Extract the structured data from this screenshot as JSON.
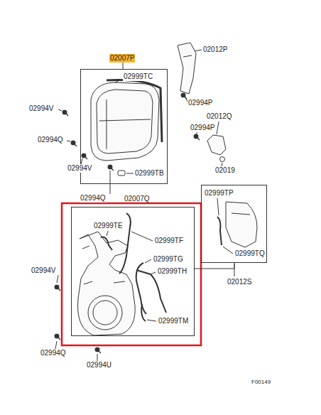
{
  "diagram": {
    "nodes": [
      {
        "text": [
          "02007P"
        ]
      },
      {
        "text": [
          "02007Q"
        ]
      },
      {
        "text": [
          "02012S"
        ]
      }
    ],
    "edges": [
      {
        "from": 1,
        "to": 2,
        "arrow": "none"
      }
    ],
    "labels": [
      "02012P",
      "02999TC",
      "02994P",
      "02994V",
      "02012Q",
      "02994P",
      "02994Q",
      "02994V",
      "02019",
      "02999TB",
      "02999TP",
      "02994Q",
      "02999TE",
      "02999TF",
      "02999TQ",
      "02999TG",
      "02994V",
      "02999TH",
      "02999TM",
      "02994Q",
      "02994U",
      "F00149"
    ]
  }
}
